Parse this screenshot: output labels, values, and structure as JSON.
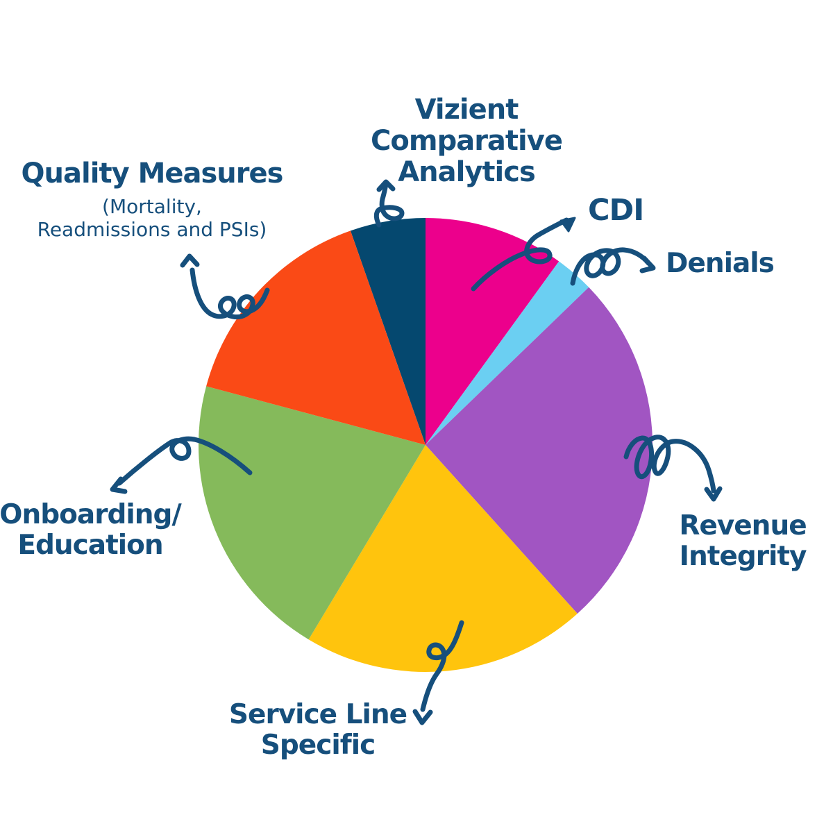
{
  "chart_data": {
    "type": "pie",
    "title": "",
    "legend_position": "none",
    "annotation_style": "hand-drawn curly arrows from labels to slices",
    "angle_convention": "degrees clockwise from 12 o'clock",
    "segments": [
      {
        "id": "vizient-comparative-analytics",
        "label": "Vizient Comparative Analytics",
        "color": "#05486F",
        "start_angle": 340.7,
        "end_angle": 360,
        "percent": 5
      },
      {
        "id": "cdi",
        "label": "CDI",
        "color": "#EC008C",
        "start_angle": 0,
        "end_angle": 36,
        "percent": 10
      },
      {
        "id": "denials",
        "label": "Denials",
        "color": "#6BCFF2",
        "start_angle": 36,
        "end_angle": 46,
        "percent": 3
      },
      {
        "id": "revenue-integrity",
        "label": "Revenue Integrity",
        "color": "#A155C2",
        "start_angle": 46,
        "end_angle": 138,
        "percent": 26
      },
      {
        "id": "service-line-specific",
        "label": "Service Line Specific",
        "color": "#FFC40D",
        "start_angle": 138,
        "end_angle": 211,
        "percent": 20
      },
      {
        "id": "onboarding-education",
        "label": "Onboarding/Education",
        "color": "#85BA5B",
        "start_angle": 211,
        "end_angle": 285,
        "percent": 21
      },
      {
        "id": "quality-measures",
        "label": "Quality Measures (Mortality, Readmissions and PSIs)",
        "color": "#FA4A16",
        "start_angle": 285,
        "end_angle": 340.7,
        "percent": 15
      }
    ]
  },
  "labels": {
    "vizient": {
      "lines": [
        "Vizient",
        "Comparative",
        "Analytics"
      ]
    },
    "cdi": {
      "text": "CDI"
    },
    "denials": {
      "text": "Denials"
    },
    "revenue": {
      "lines": [
        "Revenue",
        "Integrity"
      ]
    },
    "service": {
      "lines": [
        "Service Line",
        "Specific"
      ]
    },
    "onboarding": {
      "lines": [
        "Onboarding/",
        "Education"
      ]
    },
    "quality": {
      "title": "Quality Measures",
      "subtitle_lines": [
        "(Mortality,",
        "Readmissions and PSIs)"
      ]
    }
  },
  "colors": {
    "label_text": "#164F7C",
    "arrow": "#164F7C",
    "background": "#FFFFFF"
  }
}
